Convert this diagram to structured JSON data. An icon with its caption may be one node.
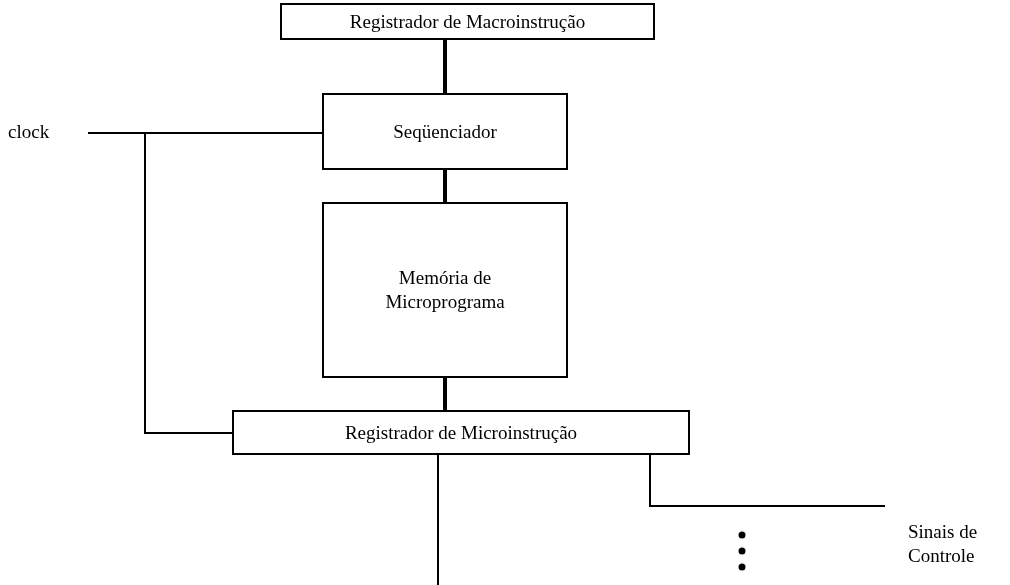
{
  "diagram": {
    "nodes": [
      {
        "text": [
          "Registrador de Macroinstrução"
        ]
      },
      {
        "text": [
          "Seqüenciador"
        ]
      },
      {
        "text": [
          "Memória de Microprograma"
        ]
      },
      {
        "text": [
          "Registrador de Microinstrução"
        ]
      },
      {
        "text": [
          "clock"
        ]
      },
      {
        "text": [
          "Sinais de Controle"
        ]
      }
    ],
    "edges": [
      {
        "from": 0,
        "to": 1,
        "arrow": "none",
        "style": "thick"
      },
      {
        "from": 1,
        "to": 2,
        "arrow": "none",
        "style": "thick"
      },
      {
        "from": 2,
        "to": 3,
        "arrow": "none",
        "style": "thick"
      },
      {
        "from": 4,
        "to": 1,
        "arrow": "none"
      },
      {
        "from": 4,
        "to": 3,
        "arrow": "none"
      },
      {
        "from": 3,
        "to": 5,
        "arrow": "none"
      },
      {
        "from": 3,
        "to": null,
        "arrow": "none"
      }
    ]
  }
}
